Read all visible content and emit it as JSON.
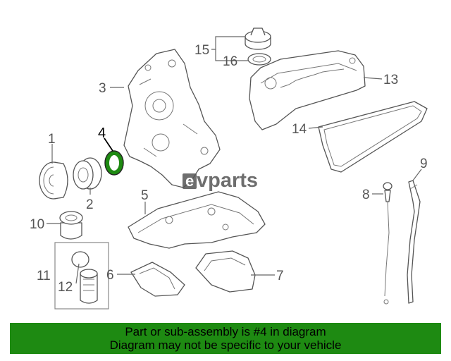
{
  "watermark": {
    "mark": "e",
    "text": "vparts"
  },
  "callouts": {
    "c1": "1",
    "c2": "2",
    "c3": "3",
    "c4": "4",
    "c5": "5",
    "c6": "6",
    "c7": "7",
    "c8": "8",
    "c9": "9",
    "c10": "10",
    "c11": "11",
    "c12": "12",
    "c13": "13",
    "c14": "14",
    "c15": "15",
    "c16": "16"
  },
  "highlight_color": "#1e8a12",
  "banner": {
    "line1": "Part or sub-assembly is #4 in diagram",
    "line2": "Diagram may not be specific to your vehicle"
  }
}
